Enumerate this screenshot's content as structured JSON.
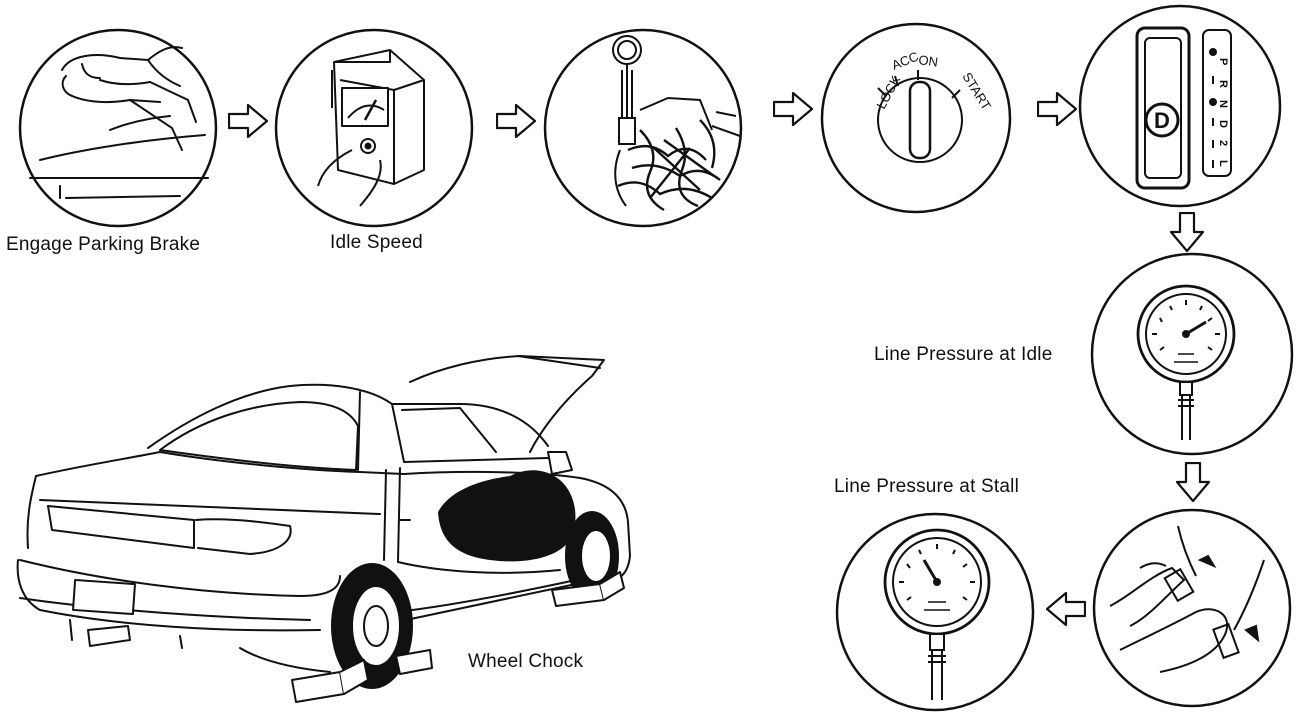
{
  "labels": {
    "engage_parking_brake": "Engage Parking Brake",
    "idle_speed": "Idle Speed",
    "line_pressure_idle": "Line Pressure at Idle",
    "line_pressure_stall": "Line Pressure at Stall",
    "wheel_chock": "Wheel Chock"
  },
  "ignition": {
    "lock": "LOCK",
    "acc": "ACC",
    "on": "ON",
    "start": "START"
  },
  "shifter": {
    "selected": "D",
    "positions": [
      "P",
      "R",
      "N",
      "D",
      "2",
      "L"
    ]
  },
  "icons": [
    "parking-brake",
    "tachometer",
    "pressure-gauge-hookup",
    "ignition-switch",
    "gear-selector",
    "pressure-gauge",
    "pedals",
    "car",
    "wheel-chock"
  ]
}
